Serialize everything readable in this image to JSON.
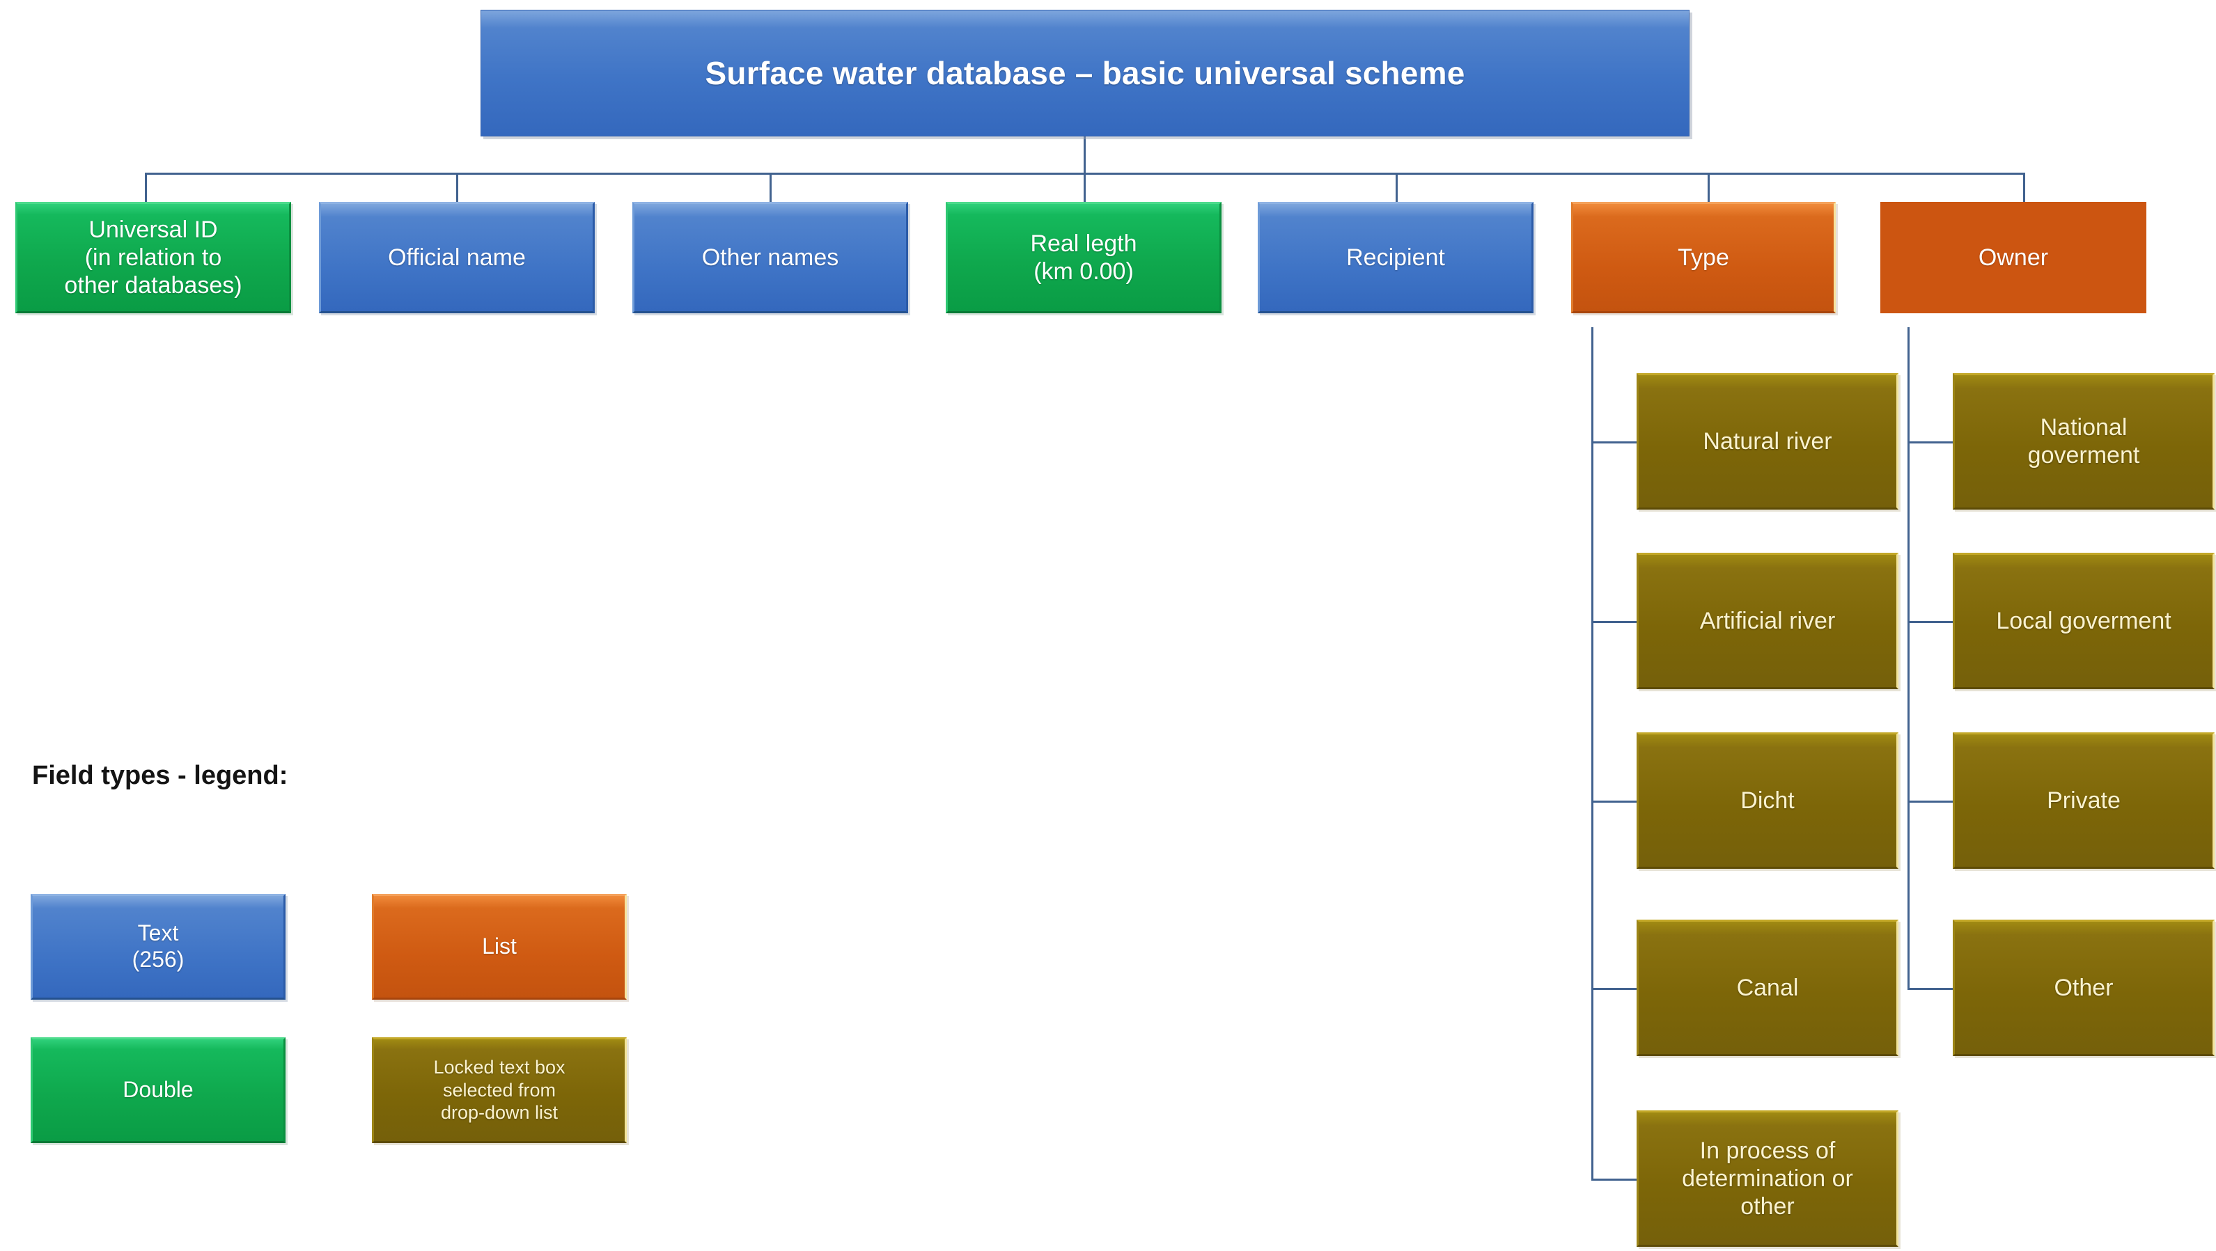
{
  "diagram": {
    "title": "Surface water database – basic universal scheme",
    "fields": [
      {
        "id": "universal-id",
        "label": "Universal ID\n(in relation to\nother databases)",
        "type": "double"
      },
      {
        "id": "official-name",
        "label": "Official name",
        "type": "text"
      },
      {
        "id": "other-names",
        "label": "Other names",
        "type": "text"
      },
      {
        "id": "real-legth",
        "label": "Real legth\n(km 0.00)",
        "type": "double"
      },
      {
        "id": "recipient",
        "label": "Recipient",
        "type": "text"
      },
      {
        "id": "type",
        "label": "Type",
        "type": "list"
      },
      {
        "id": "owner",
        "label": "Owner",
        "type": "list"
      }
    ],
    "type_options": [
      "Natural river",
      "Artificial river",
      "Dicht",
      "Canal",
      "In process of\ndetermination or\nother"
    ],
    "owner_options": [
      "National\ngoverment",
      "Local goverment",
      "Private",
      "Other"
    ]
  },
  "legend": {
    "title": "Field types - legend:",
    "items": [
      {
        "id": "text",
        "label": "Text\n(256)",
        "type": "text"
      },
      {
        "id": "list",
        "label": "List",
        "type": "list"
      },
      {
        "id": "double",
        "label": "Double",
        "type": "double"
      },
      {
        "id": "locked",
        "label": "Locked text box\nselected from\ndrop-down list",
        "type": "locked"
      }
    ]
  },
  "colors": {
    "text_blue": "#3f74c6",
    "double_green": "#0fa84d",
    "list_orange": "#cc5511",
    "locked_gold": "#7d6608",
    "connector": "#41628f",
    "background": "#ffffff"
  }
}
